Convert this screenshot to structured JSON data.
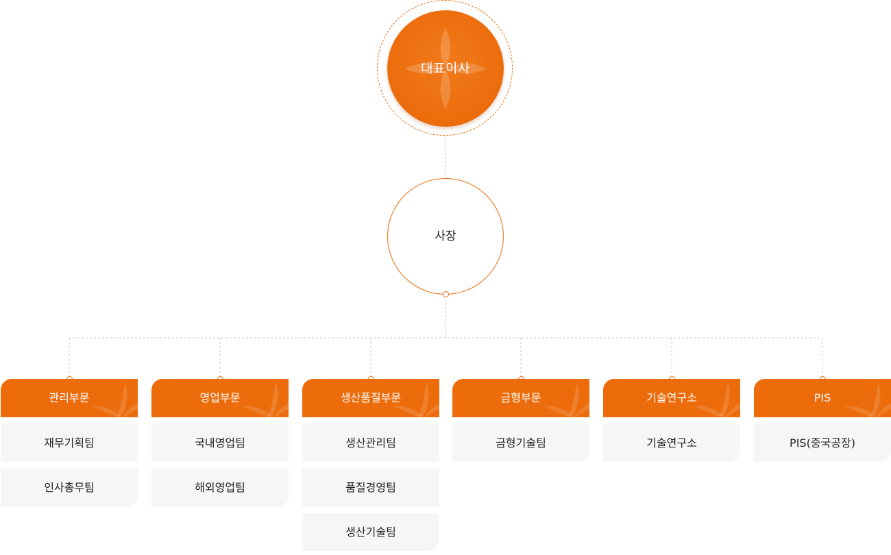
{
  "org": {
    "ceo": {
      "label": "대표이사"
    },
    "president": {
      "label": "사장"
    },
    "divisions": [
      {
        "name": "관리부문",
        "teams": [
          "재무기획팀",
          "인사총무팀"
        ]
      },
      {
        "name": "영업부문",
        "teams": [
          "국내영업팀",
          "해외영업팀"
        ]
      },
      {
        "name": "생산품질부문",
        "teams": [
          "생산관리팀",
          "품질경영팀",
          "생산기술팀"
        ]
      },
      {
        "name": "금형부문",
        "teams": [
          "금형기술팀"
        ]
      },
      {
        "name": "기술연구소",
        "teams": [
          "기술연구소"
        ]
      },
      {
        "name": "PIS",
        "teams": [
          "PIS(중국공장)"
        ]
      }
    ]
  },
  "colors": {
    "accent": "#ec6c0b",
    "team_bg": "#f6f6f6",
    "connector": "#c8c8c8"
  }
}
